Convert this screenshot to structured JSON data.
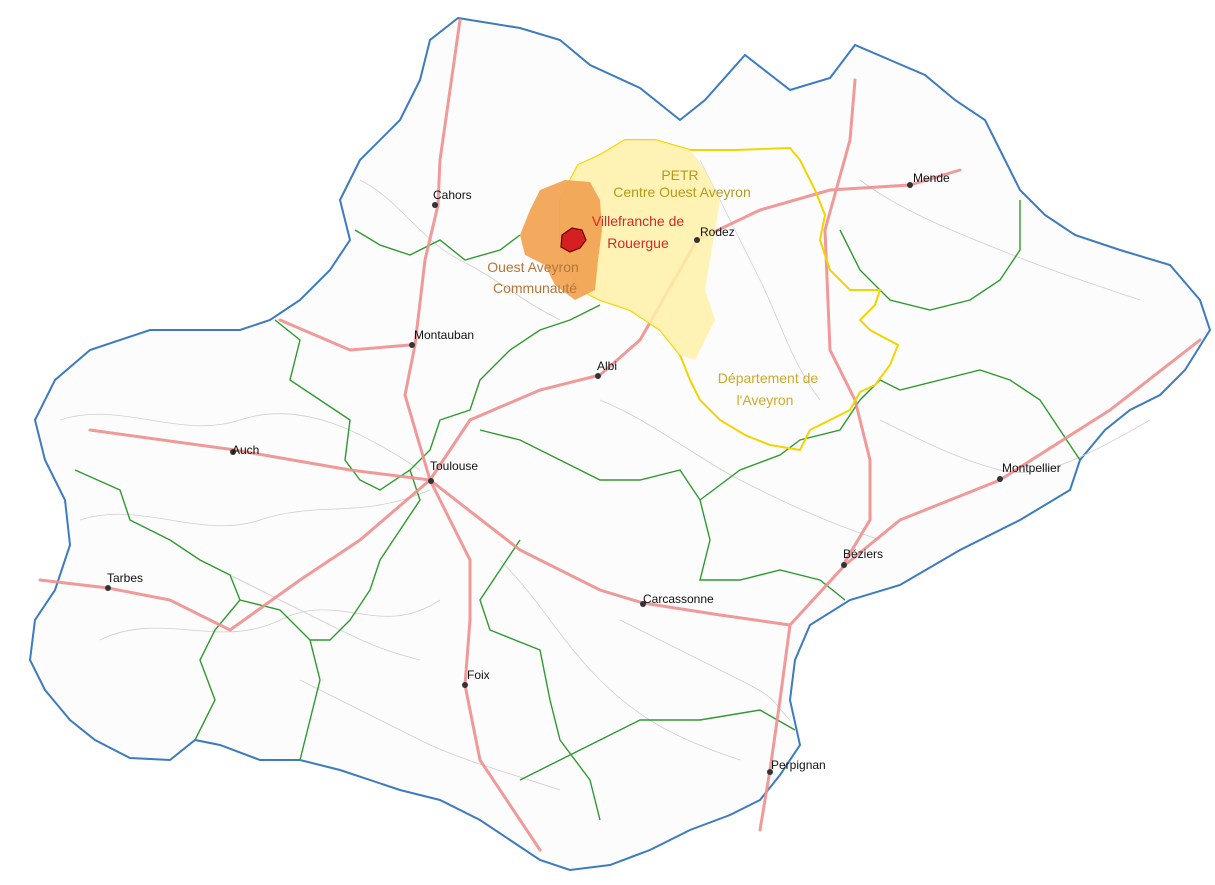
{
  "colors": {
    "background": "#ffffff",
    "region_outline": "#3d7bbf",
    "department_border": "#2e9a2e",
    "road_major": "#ee8f8f",
    "road_minor": "#c9c9c9",
    "city_dot": "#333333",
    "aveyron_border": "#f2d500",
    "petr_fill": "#fff0a8",
    "communaute_fill": "#f2a455",
    "villefranche_fill": "#d42020",
    "label_petr": "#b49a1c",
    "label_aveyron": "#d1a928",
    "label_communaute": "#b5753a",
    "label_villefranche": "#d02b2b"
  },
  "cities": [
    {
      "name": "Cahors"
    },
    {
      "name": "Rodez"
    },
    {
      "name": "Mende"
    },
    {
      "name": "Montauban"
    },
    {
      "name": "Albi"
    },
    {
      "name": "Auch"
    },
    {
      "name": "Toulouse"
    },
    {
      "name": "Montpellier"
    },
    {
      "name": "Tarbes"
    },
    {
      "name": "Béziers"
    },
    {
      "name": "Carcassonne"
    },
    {
      "name": "Foix"
    },
    {
      "name": "Perpignan"
    }
  ],
  "areas": {
    "petr": {
      "line1": "PETR",
      "line2": "Centre Ouest Aveyron"
    },
    "villefranche": {
      "line1": "Villefranche de",
      "line2": "Rouergue"
    },
    "communaute": {
      "line1": "Ouest Aveyron",
      "line2": "Communauté"
    },
    "departement": {
      "line1": "Département de",
      "line2": "l'Aveyron"
    }
  }
}
